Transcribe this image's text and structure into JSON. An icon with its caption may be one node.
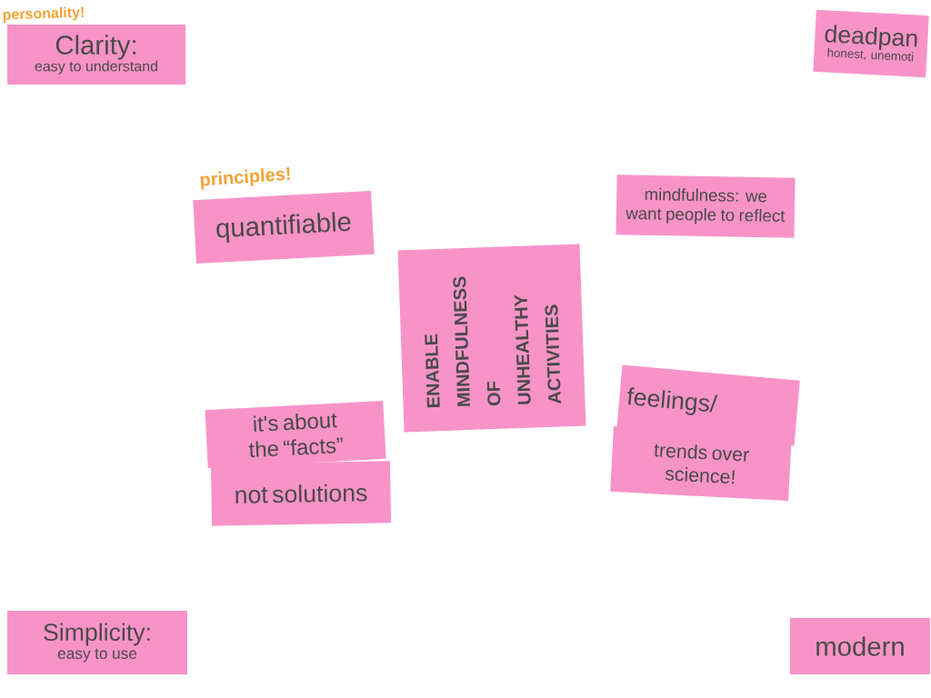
{
  "diagram": {
    "nodes": [
      {
        "text": [
          "personality!",
          "Clarity:",
          "easy to understand"
        ]
      },
      {
        "text": [
          "deadpan",
          "honest, unemoti"
        ]
      },
      {
        "text": [
          "principles!",
          "quantifiable"
        ]
      },
      {
        "text": [
          "mindfulness: we want people to reflect"
        ]
      },
      {
        "text": [
          "ENABLE MINDFULNESS OF UNHEALTHY ACTIVITIES"
        ]
      },
      {
        "text": [
          "it's about the “facts”"
        ]
      },
      {
        "text": [
          "not solutions"
        ]
      },
      {
        "text": [
          "feelings/"
        ]
      },
      {
        "text": [
          "trends over science!"
        ]
      },
      {
        "text": [
          "Simplicity:",
          "easy to use"
        ]
      },
      {
        "text": [
          "modern"
        ]
      }
    ]
  }
}
